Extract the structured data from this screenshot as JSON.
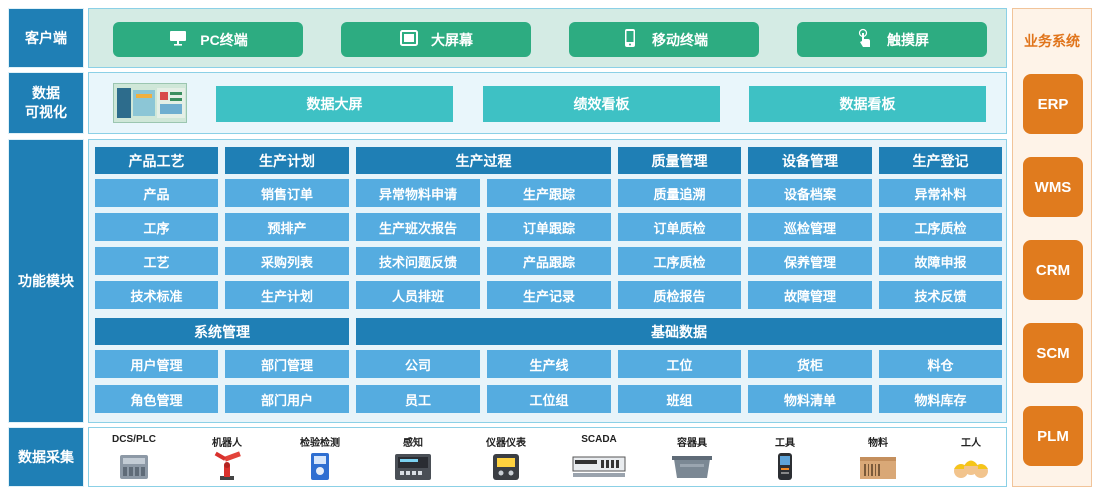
{
  "rows": {
    "client": "客户端",
    "visual": "数据\n可视化",
    "modules": "功能模块",
    "collect": "数据采集"
  },
  "client_buttons": [
    {
      "label": "PC终端",
      "icon": "monitor-icon"
    },
    {
      "label": "大屏幕",
      "icon": "screen-icon"
    },
    {
      "label": "移动终端",
      "icon": "phone-icon"
    },
    {
      "label": "触摸屏",
      "icon": "touch-icon"
    }
  ],
  "visual_buttons": [
    "数据大屏",
    "绩效看板",
    "数据看板"
  ],
  "modules": {
    "columns": [
      {
        "title": "产品工艺",
        "items": [
          "产品",
          "工序",
          "工艺",
          "技术标准"
        ]
      },
      {
        "title": "生产计划",
        "items": [
          "销售订单",
          "预排产",
          "采购列表",
          "生产计划"
        ]
      },
      {
        "title": "生产过程",
        "items": [
          "异常物料申请",
          "生产跟踪",
          "生产班次报告",
          "订单跟踪",
          "技术问题反馈",
          "产品跟踪",
          "人员排班",
          "生产记录"
        ]
      },
      {
        "title": "质量管理",
        "items": [
          "质量追溯",
          "订单质检",
          "工序质检",
          "质检报告"
        ]
      },
      {
        "title": "设备管理",
        "items": [
          "设备档案",
          "巡检管理",
          "保养管理",
          "故障管理"
        ]
      },
      {
        "title": "生产登记",
        "items": [
          "异常补料",
          "工序质检",
          "故障申报",
          "技术反馈"
        ]
      }
    ],
    "system": {
      "title": "系统管理",
      "items": [
        "用户管理",
        "部门管理",
        "角色管理",
        "部门用户"
      ]
    },
    "base": {
      "title": "基础数据",
      "items": [
        "公司",
        "生产线",
        "工位",
        "货柜",
        "料仓",
        "员工",
        "工位组",
        "班组",
        "物料清单",
        "物料库存"
      ]
    }
  },
  "devices": [
    {
      "label": "DCS/PLC",
      "icon": "plc-icon"
    },
    {
      "label": "机器人",
      "icon": "robot-arm-icon"
    },
    {
      "label": "检验检测",
      "icon": "inspection-device-icon"
    },
    {
      "label": "感知",
      "icon": "sensor-panel-icon"
    },
    {
      "label": "仪器仪表",
      "icon": "meter-icon"
    },
    {
      "label": "SCADA",
      "icon": "scada-icon"
    },
    {
      "label": "容器具",
      "icon": "container-icon"
    },
    {
      "label": "工具",
      "icon": "handheld-tool-icon"
    },
    {
      "label": "物料",
      "icon": "material-box-icon"
    },
    {
      "label": "工人",
      "icon": "workers-icon"
    }
  ],
  "business": {
    "title": "业务系统",
    "systems": [
      "ERP",
      "WMS",
      "CRM",
      "SCM",
      "PLM"
    ]
  },
  "colors": {
    "row_label": "#1f7fb5",
    "client_button": "#2dac81",
    "visual_button": "#3ec1c4",
    "module_header": "#1f7fb5",
    "module_cell": "#55ace0",
    "business": "#e07b1e"
  }
}
